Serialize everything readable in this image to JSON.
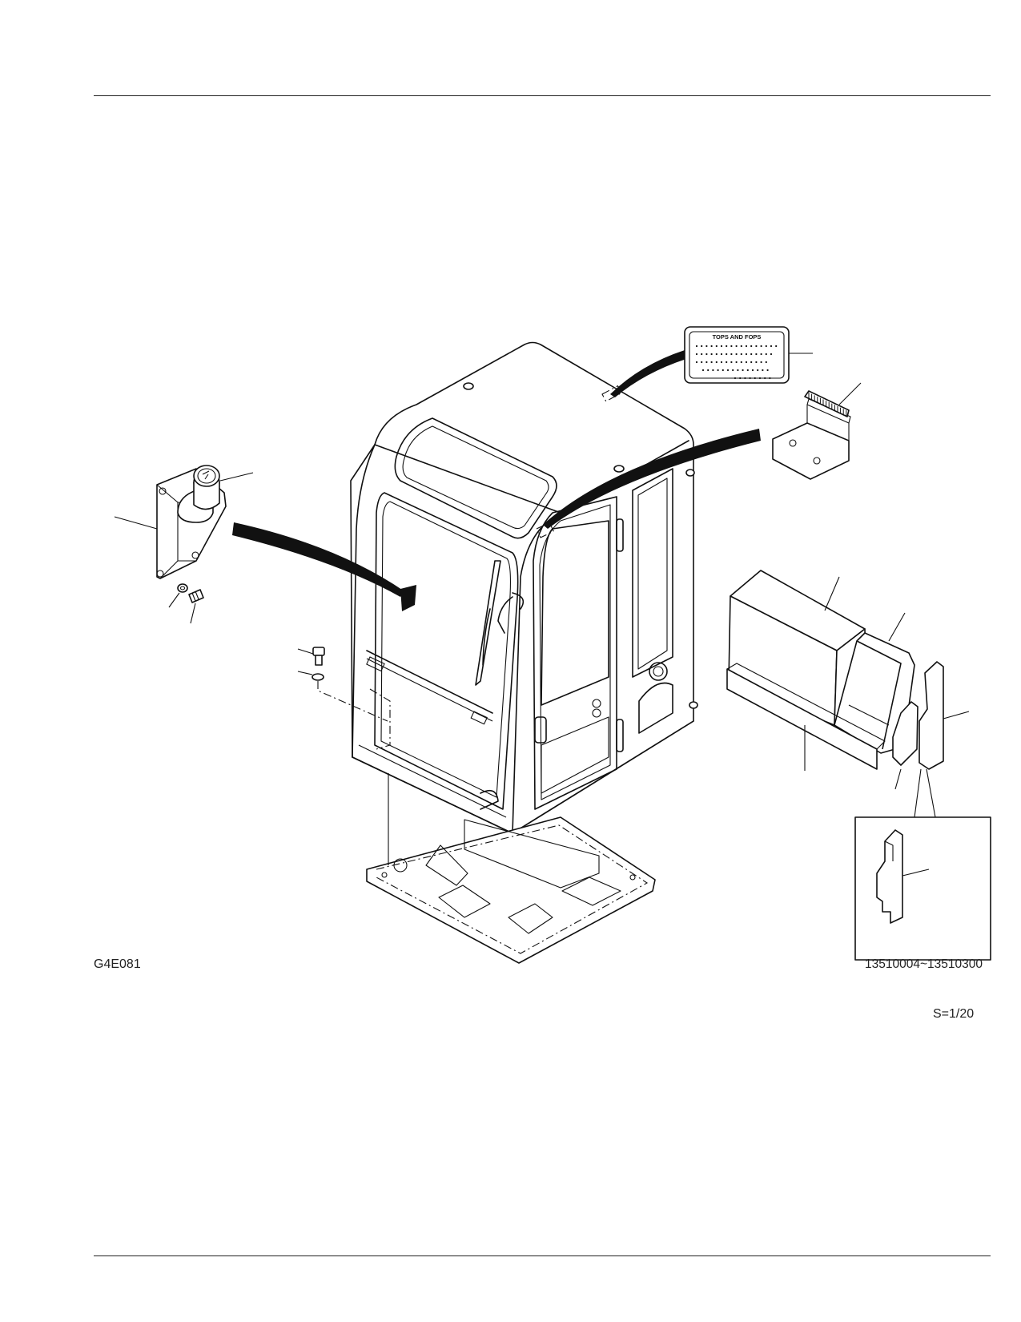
{
  "figure": {
    "code": "G4E081",
    "scale": "S=1/20",
    "serial_range": "13510004~13510300",
    "label_text": "TOPS   AND   FOPS"
  },
  "colors": {
    "line": "#111111",
    "background": "#ffffff"
  }
}
